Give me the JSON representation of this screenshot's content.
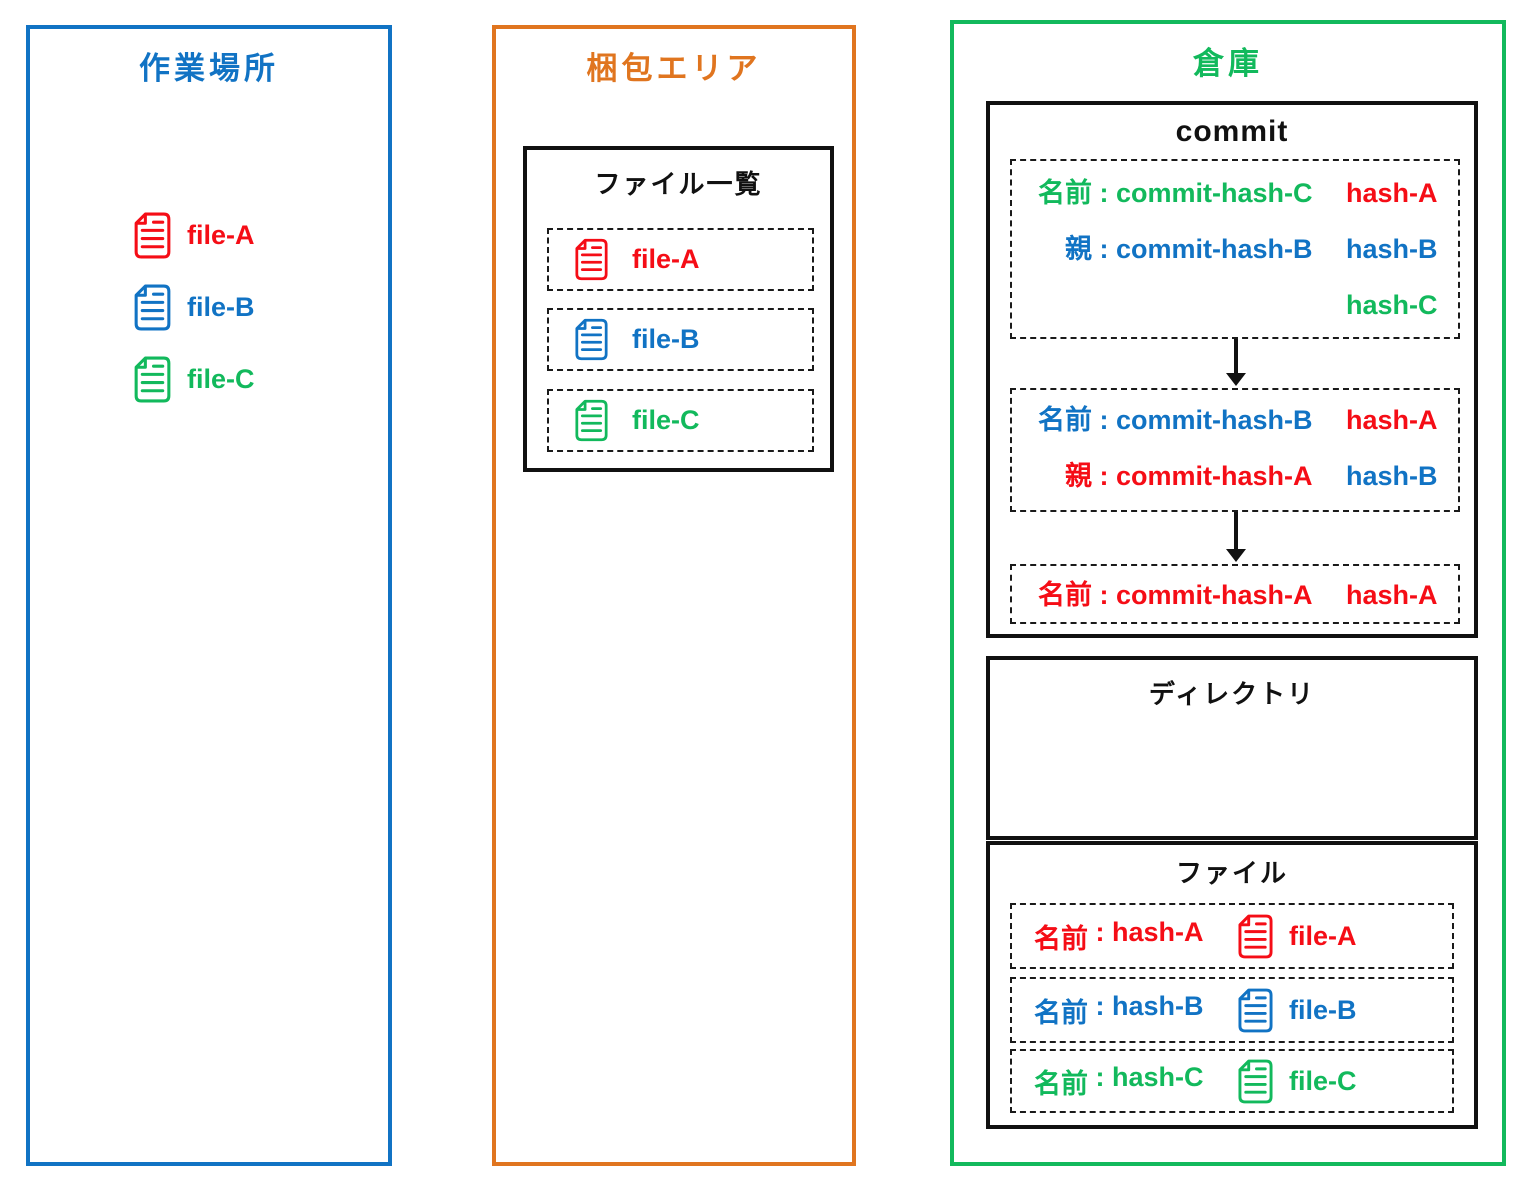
{
  "palette": {
    "red": "#f50d16",
    "blue": "#1173c4",
    "green": "#12b95c",
    "orange": "#e0751f",
    "ink": "#111111"
  },
  "workspace": {
    "title": "作業場所",
    "files": [
      {
        "label": "file-A",
        "color": "#f50d16"
      },
      {
        "label": "file-B",
        "color": "#1173c4"
      },
      {
        "label": "file-C",
        "color": "#12b95c"
      }
    ]
  },
  "staging": {
    "title": "梱包エリア",
    "file_list": {
      "title": "ファイル一覧",
      "files": [
        {
          "label": "file-A",
          "color": "#f50d16"
        },
        {
          "label": "file-B",
          "color": "#1173c4"
        },
        {
          "label": "file-C",
          "color": "#12b95c"
        }
      ]
    }
  },
  "repository": {
    "title": "倉庫",
    "commit": {
      "title": "commit",
      "nodes": [
        {
          "name": {
            "label": "名前",
            "sep": " : ",
            "value": "commit-hash-C",
            "color": "#12b95c"
          },
          "parent": {
            "label": "親",
            "sep": " : ",
            "value": "commit-hash-B",
            "color": "#1173c4"
          },
          "hashes": [
            {
              "label": "hash-A",
              "color": "#f50d16"
            },
            {
              "label": "hash-B",
              "color": "#1173c4"
            },
            {
              "label": "hash-C",
              "color": "#12b95c"
            }
          ]
        },
        {
          "name": {
            "label": "名前",
            "sep": " : ",
            "value": "commit-hash-B",
            "color": "#1173c4"
          },
          "parent": {
            "label": "親",
            "sep": " : ",
            "value": "commit-hash-A",
            "color": "#f50d16"
          },
          "hashes": [
            {
              "label": "hash-A",
              "color": "#f50d16"
            },
            {
              "label": "hash-B",
              "color": "#1173c4"
            }
          ]
        },
        {
          "name": {
            "label": "名前",
            "sep": " : ",
            "value": "commit-hash-A",
            "color": "#f50d16"
          },
          "hashes": [
            {
              "label": "hash-A",
              "color": "#f50d16"
            }
          ]
        }
      ]
    },
    "directory": {
      "title": "ディレクトリ"
    },
    "files_box": {
      "title": "ファイル",
      "entries": [
        {
          "name_label": "名前",
          "sep": " : ",
          "hash": "hash-A",
          "file": "file-A",
          "color": "#f50d16"
        },
        {
          "name_label": "名前",
          "sep": " : ",
          "hash": "hash-B",
          "file": "file-B",
          "color": "#1173c4"
        },
        {
          "name_label": "名前",
          "sep": " : ",
          "hash": "hash-C",
          "file": "file-C",
          "color": "#12b95c"
        }
      ]
    }
  }
}
